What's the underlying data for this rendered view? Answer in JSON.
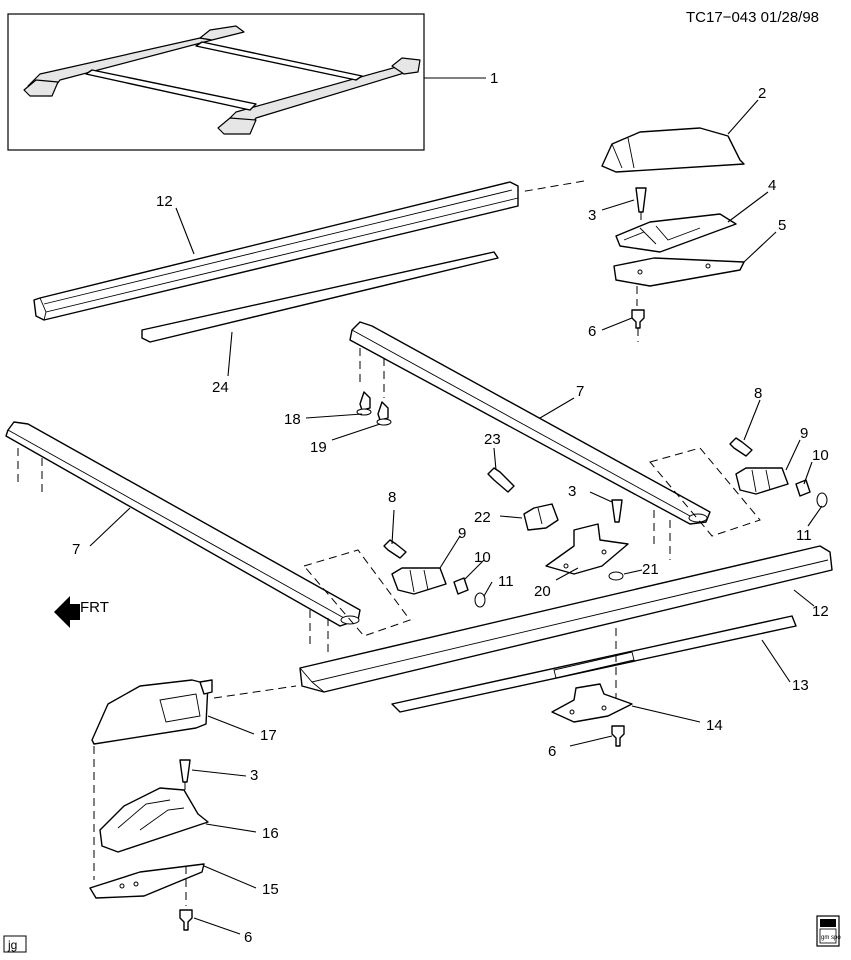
{
  "header": {
    "drawing_id": "TC17−043  01/28/98"
  },
  "front_indicator": {
    "label": "FRT"
  },
  "footer": {
    "initials": "jg",
    "logo_text": "gm spo"
  },
  "callouts": [
    {
      "id": "c1",
      "text": "1"
    },
    {
      "id": "c2",
      "text": "2"
    },
    {
      "id": "c3a",
      "text": "3"
    },
    {
      "id": "c4",
      "text": "4"
    },
    {
      "id": "c5",
      "text": "5"
    },
    {
      "id": "c6a",
      "text": "6"
    },
    {
      "id": "c12a",
      "text": "12"
    },
    {
      "id": "c24",
      "text": "24"
    },
    {
      "id": "c7a",
      "text": "7"
    },
    {
      "id": "c18",
      "text": "18"
    },
    {
      "id": "c19",
      "text": "19"
    },
    {
      "id": "c8a",
      "text": "8"
    },
    {
      "id": "c9a",
      "text": "9"
    },
    {
      "id": "c10a",
      "text": "10"
    },
    {
      "id": "c11a",
      "text": "11"
    },
    {
      "id": "c23",
      "text": "23"
    },
    {
      "id": "c22",
      "text": "22"
    },
    {
      "id": "c3b",
      "text": "3"
    },
    {
      "id": "c7b",
      "text": "7"
    },
    {
      "id": "c8b",
      "text": "8"
    },
    {
      "id": "c9b",
      "text": "9"
    },
    {
      "id": "c10b",
      "text": "10"
    },
    {
      "id": "c11b",
      "text": "11"
    },
    {
      "id": "c20",
      "text": "20"
    },
    {
      "id": "c21",
      "text": "21"
    },
    {
      "id": "c12b",
      "text": "12"
    },
    {
      "id": "c13",
      "text": "13"
    },
    {
      "id": "c14",
      "text": "14"
    },
    {
      "id": "c6b",
      "text": "6"
    },
    {
      "id": "c17",
      "text": "17"
    },
    {
      "id": "c3c",
      "text": "3"
    },
    {
      "id": "c16",
      "text": "16"
    },
    {
      "id": "c15",
      "text": "15"
    },
    {
      "id": "c6c",
      "text": "6"
    }
  ]
}
